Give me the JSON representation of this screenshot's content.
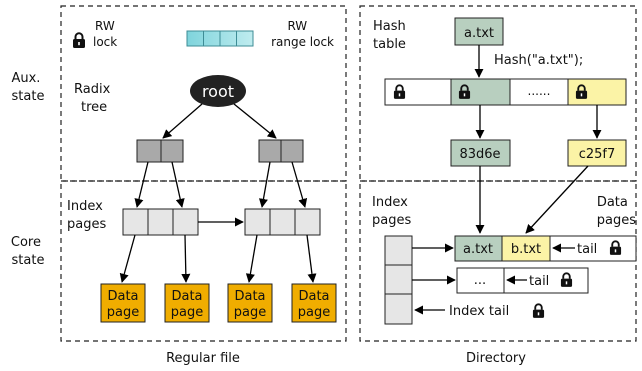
{
  "left": {
    "rw_lock": [
      "RW",
      "lock"
    ],
    "rw_range_lock": [
      "RW",
      "range lock"
    ],
    "radix_tree": [
      "Radix",
      "tree"
    ],
    "root": "root",
    "index_pages": [
      "Index",
      "pages"
    ],
    "data_page": [
      "Data",
      "page"
    ],
    "caption": "Regular file"
  },
  "side": {
    "aux_state": [
      "Aux.",
      "state"
    ],
    "core_state": [
      "Core",
      "state"
    ]
  },
  "right": {
    "hash_table": [
      "Hash",
      "table"
    ],
    "key": "a.txt",
    "hash_call": "Hash(\"a.txt\");",
    "dots": "......",
    "hash1": "83d6e",
    "hash2": "c25f7",
    "index_pages": [
      "Index",
      "pages"
    ],
    "data_pages": [
      "Data",
      "pages"
    ],
    "file_a": "a.txt",
    "file_b": "b.txt",
    "tail": "tail",
    "ellipsis": "...",
    "index_tail": "Index tail",
    "caption": "Directory"
  },
  "colors": {
    "data_page": "#f0ad00",
    "radix_node": "#a9a9a9",
    "index_cell": "#e6e6e6",
    "hash_green": "#b8cfbf",
    "hash_yellow": "#fbf3a6",
    "range_lock": "#8ddbe2",
    "root": "#222222"
  }
}
